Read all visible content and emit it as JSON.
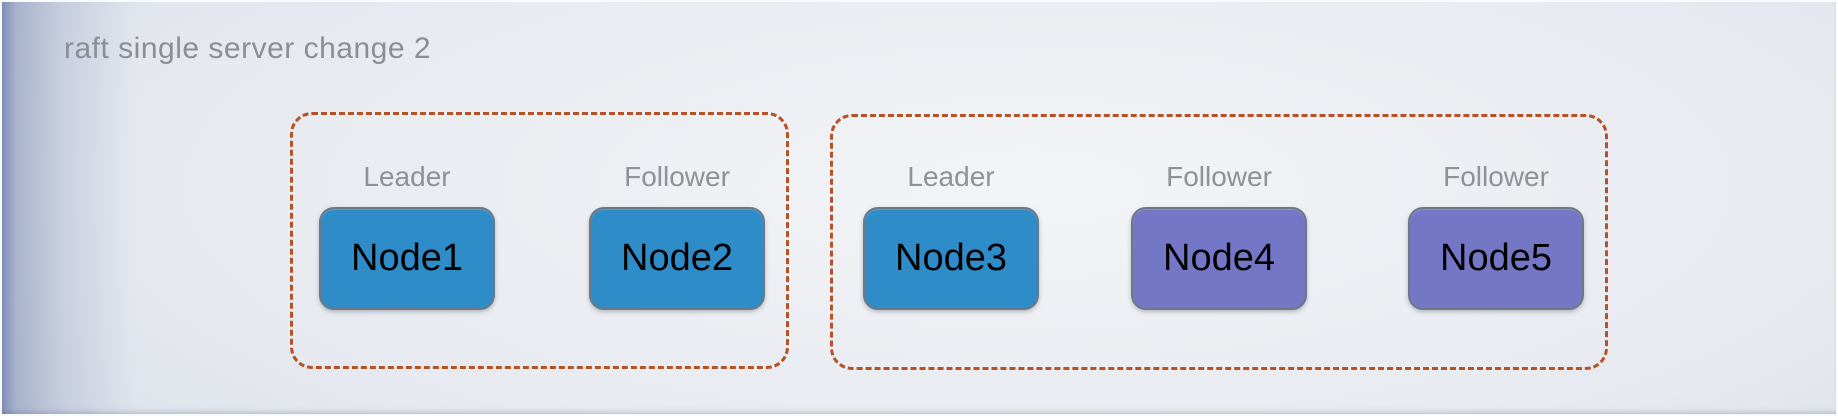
{
  "title": "raft single server change 2",
  "groups": [
    {
      "nodes": [
        {
          "role": "Leader",
          "label": "Node1",
          "fill": "#2e8cc9"
        },
        {
          "role": "Follower",
          "label": "Node2",
          "fill": "#2e8cc9"
        }
      ]
    },
    {
      "nodes": [
        {
          "role": "Leader",
          "label": "Node3",
          "fill": "#2e8cc9"
        },
        {
          "role": "Follower",
          "label": "Node4",
          "fill": "#7477c5"
        },
        {
          "role": "Follower",
          "label": "Node5",
          "fill": "#7477c5"
        }
      ]
    }
  ],
  "colors": {
    "group_dashed_border": "#b55226",
    "leader_fill": "#2e8cc9",
    "new_follower_fill": "#7477c5",
    "node_border": "#6d7884",
    "node_text": "#000000",
    "role_label_text": "#8f9197",
    "title_text": "#8b8e92",
    "background_left_edge": "#7c8ab4",
    "background_center": "#f3f4f7",
    "background_edge": "#c6cedf"
  }
}
